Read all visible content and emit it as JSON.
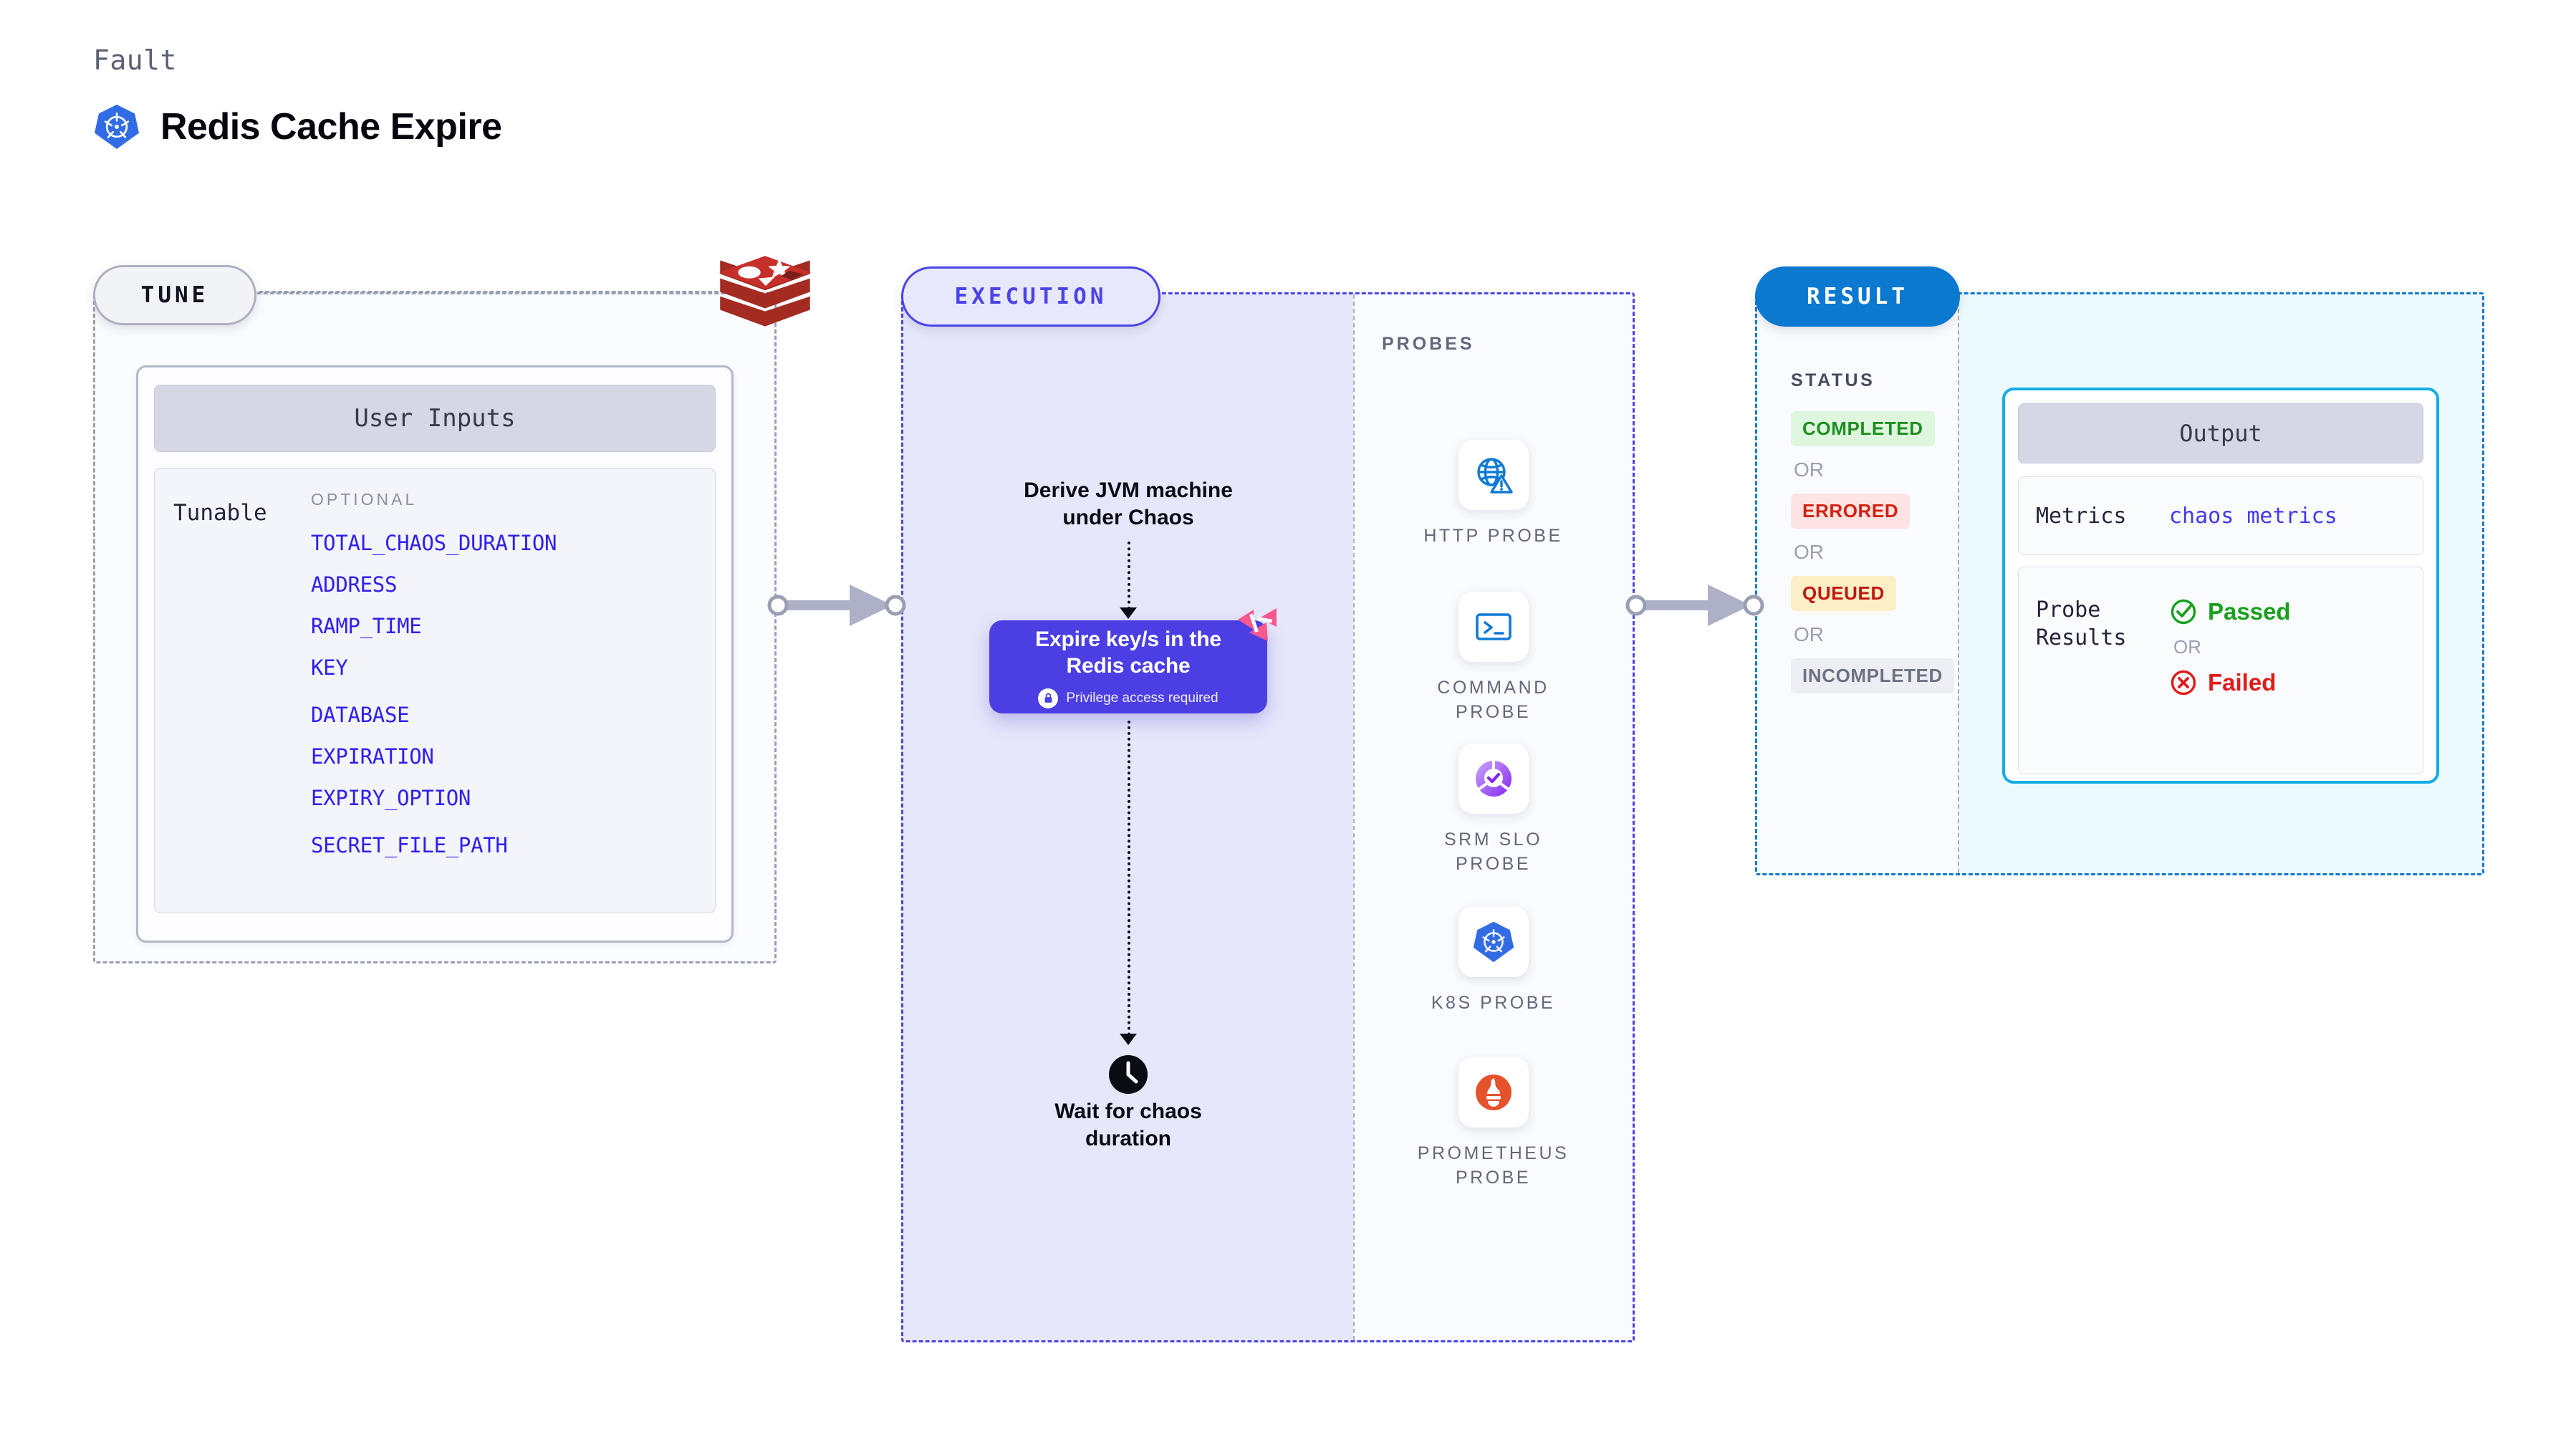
{
  "header": {
    "kicker": "Fault",
    "title": "Redis Cache Expire",
    "logo_icon": "kubernetes-icon"
  },
  "colors": {
    "accent_purple": "#4b3fe4",
    "accent_blue": "#0b79d0",
    "accent_cyan": "#12aee8",
    "tunable_link": "#3020ef",
    "passed_green": "#18a01e",
    "failed_red": "#e01b1b",
    "redis_red": "#a32b22",
    "litmus_pink": "#f8578f"
  },
  "tune": {
    "pill_label": "TUNE",
    "source_icon": "redis-icon",
    "card_header": "User Inputs",
    "row_label": "Tunable",
    "optional_header": "OPTIONAL",
    "tunables_group_1": [
      "TOTAL_CHAOS_DURATION",
      "ADDRESS",
      "RAMP_TIME",
      "KEY"
    ],
    "tunables_group_2": [
      "DATABASE",
      "EXPIRATION",
      "EXPIRY_OPTION"
    ],
    "tunables_group_3": [
      "SECRET_FILE_PATH"
    ]
  },
  "execution": {
    "pill_label": "EXECUTION",
    "step_derive": "Derive JVM machine\nunder Chaos",
    "action": {
      "title": "Expire key/s in the\nRedis cache",
      "privilege_note": "Privilege access required",
      "lock_icon": "lock-icon",
      "badge_icon": "litmuschaos-icon"
    },
    "wait": {
      "icon": "clock-icon",
      "label": "Wait for chaos\nduration"
    }
  },
  "probes": {
    "title": "PROBES",
    "items": [
      {
        "label": "HTTP PROBE",
        "icon": "globe-warning-icon"
      },
      {
        "label": "COMMAND\nPROBE",
        "icon": "terminal-icon"
      },
      {
        "label": "SRM SLO\nPROBE",
        "icon": "slo-gauge-check-icon"
      },
      {
        "label": "K8S PROBE",
        "icon": "kubernetes-icon"
      },
      {
        "label": "PROMETHEUS\nPROBE",
        "icon": "prometheus-icon"
      }
    ]
  },
  "result": {
    "pill_label": "RESULT",
    "status_title": "STATUS",
    "or_label": "OR",
    "statuses": [
      {
        "label": "COMPLETED",
        "bg": "#ddf6dd",
        "fg": "#1f8f22"
      },
      {
        "label": "ERRORED",
        "bg": "#fde4e2",
        "fg": "#d32213"
      },
      {
        "label": "QUEUED",
        "bg": "#fcefc5",
        "fg": "#c0170f"
      },
      {
        "label": "INCOMPLETED",
        "bg": "#eceef3",
        "fg": "#6d7283"
      }
    ],
    "output": {
      "header": "Output",
      "metrics_key": "Metrics",
      "metrics_value": "chaos metrics",
      "probe_results_key": "Probe\nResults",
      "passed_label": "Passed",
      "failed_label": "Failed",
      "or_label": "OR",
      "passed_icon": "check-circle-icon",
      "failed_icon": "x-circle-icon"
    }
  }
}
